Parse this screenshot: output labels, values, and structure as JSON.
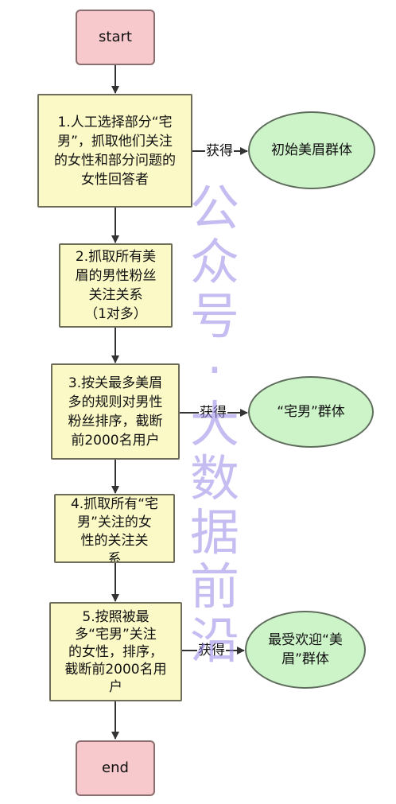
{
  "diagram": {
    "start": {
      "label": "start"
    },
    "end": {
      "label": "end"
    },
    "steps": [
      {
        "label": "1.人工选择部分“宅\n男”，抓取他们关注\n的女性和部分问题的\n女性回答者"
      },
      {
        "label": "2.抓取所有美\n眉的男性粉丝\n关注关系\n（1对多）"
      },
      {
        "label": "3.按关最多美眉\n多的规则对男性\n粉丝排序，截断\n前2000名用户"
      },
      {
        "label": "4.抓取所有“宅\n男”关注的女\n性的关注关\n系"
      },
      {
        "label": "5.按照被最\n多“宅男”关注\n的女性，排序，\n截断前2000名用\n户"
      }
    ],
    "outputs": [
      {
        "label": "初始美眉群体",
        "edge_label": "获得"
      },
      {
        "label": "“宅男”群体",
        "edge_label": "获得"
      },
      {
        "label": "最受欢迎“美\n眉”群体",
        "edge_label": "获得"
      }
    ],
    "colors": {
      "terminal_fill": "#f8c9cc",
      "step_fill": "#fbfac7",
      "output_fill": "#cdf3c9",
      "arrow": "#333333"
    }
  },
  "watermark": {
    "chars": [
      "公",
      "众",
      "号",
      "·",
      "大",
      "数",
      "据",
      "前",
      "沿"
    ]
  }
}
